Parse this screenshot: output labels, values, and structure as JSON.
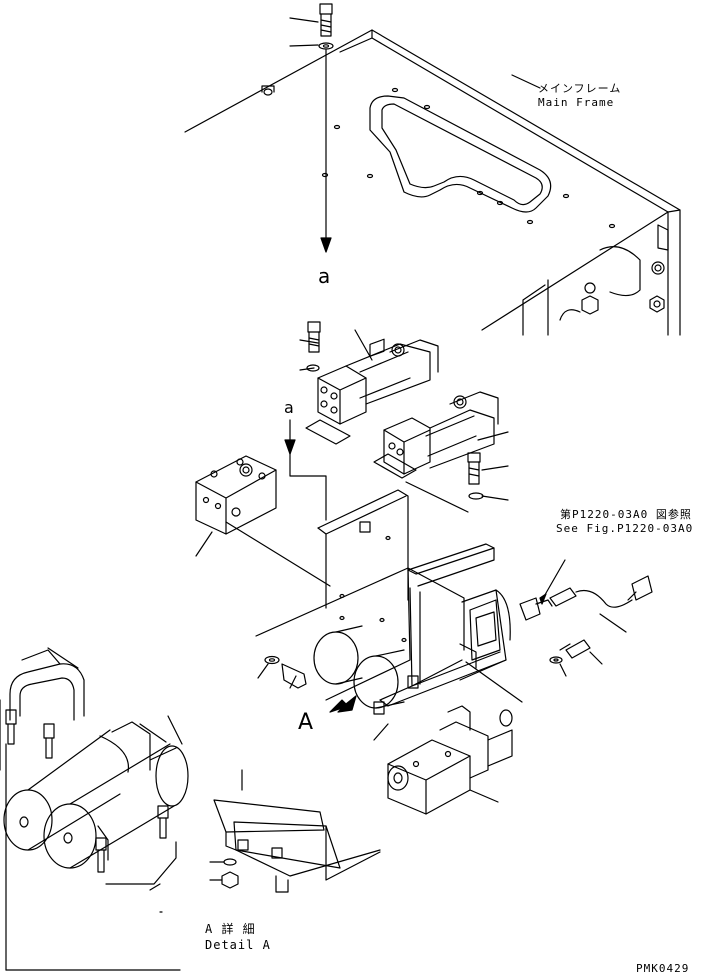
{
  "labels": {
    "main_frame_jp": "メインフレーム",
    "main_frame_en": "Main Frame",
    "arrow_a_top": "a",
    "arrow_a_mid": "a",
    "see_fig_jp": "第P1220-03A0 図参照",
    "see_fig_en": "See Fig.P1220-03A0",
    "view_a": "A",
    "detail_jp": "A 詳 細",
    "detail_en": "Detail A",
    "drawing_code": "PMK0429"
  }
}
